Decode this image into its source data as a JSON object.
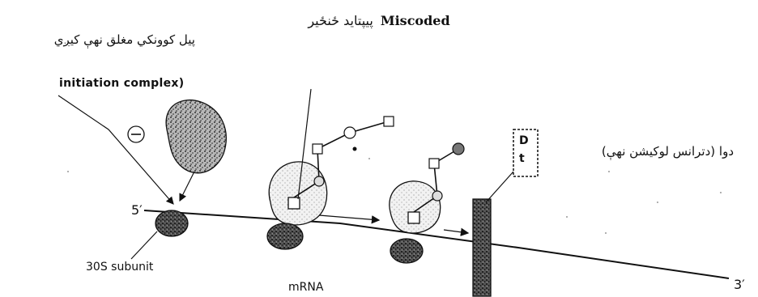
{
  "title": {
    "urdu": "پیپتاید ځنځیر",
    "english": "Miscoded"
  },
  "labels": {
    "top_left": "پیل کوونکي مغلق نهې کيږي",
    "top_partial": "initiation complex)",
    "right": "دوا (دترانس لوکیشن نهې)",
    "five_prime": "5′",
    "three_prime": "3′",
    "subunit": "30S subunit",
    "mrna": "mRNA",
    "box_d": "D",
    "box_t": "t"
  },
  "icons": {
    "inhibitor": "minus-circle-icon"
  }
}
